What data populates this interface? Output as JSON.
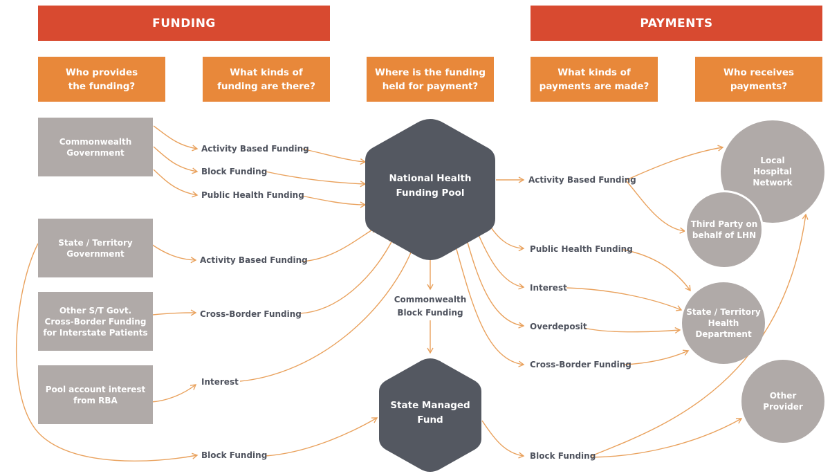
{
  "headers": {
    "funding": "FUNDING",
    "payments": "PAYMENTS"
  },
  "questions": [
    "Who provides\nthe funding?",
    "What kinds of\nfunding are there?",
    "Where is the funding\nheld for payment?",
    "What kinds of\npayments are made?",
    "Who receives\npayments?"
  ],
  "providers": [
    "Commonwealth\nGovernment",
    "State / Territory\nGovernment",
    "Other S/T Govt.\nCross-Border Funding\nfor Interstate Patients",
    "Pool account interest\nfrom RBA"
  ],
  "funding_types": {
    "cw_abf": "Activity Based Funding",
    "cw_block": "Block Funding",
    "cw_public_health": "Public Health Funding",
    "st_abf": "Activity Based Funding",
    "cross_border": "Cross-Border Funding",
    "interest": "Interest",
    "st_block": "Block Funding"
  },
  "holders": {
    "pool": "National Health\nFunding Pool",
    "cw_block_funding": "Commonwealth\nBlock Funding",
    "smf": "State Managed\nFund"
  },
  "payment_types": {
    "abf": "Activity Based Funding",
    "public_health": "Public Health Funding",
    "interest": "Interest",
    "overdeposit": "Overdeposit",
    "cross_border": "Cross-Border Funding",
    "block": "Block Funding"
  },
  "recipients": {
    "lhn": "Local\nHospital\nNetwork",
    "third_party": "Third Party on\nbehalf of LHN",
    "st_health": "State / Territory\nHealth\nDepartment",
    "other": "Other\nProvider"
  },
  "colors": {
    "banner": "#d84a30",
    "question": "#e8883a",
    "provider_box": "#b0aaa8",
    "hexagon": "#545861",
    "arrow": "#e9a15c",
    "label_text": "#4f535e"
  }
}
